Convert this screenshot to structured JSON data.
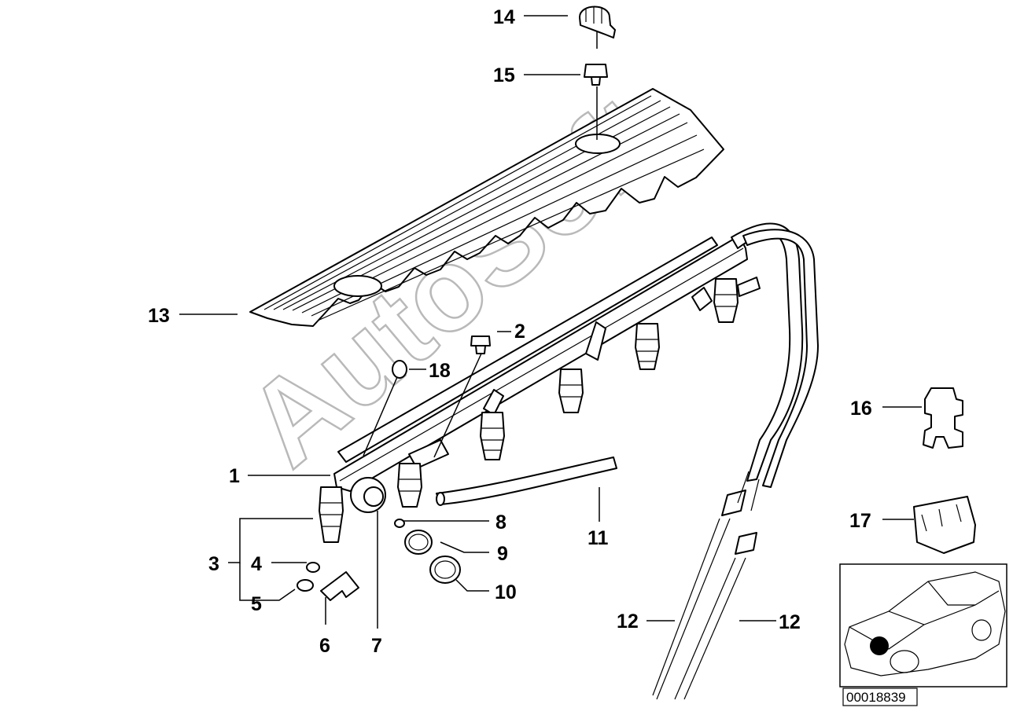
{
  "watermark": "AutoSoft",
  "diagram_id": "00018839",
  "callouts": [
    {
      "id": "c14",
      "label": "14"
    },
    {
      "id": "c15",
      "label": "15"
    },
    {
      "id": "c13",
      "label": "13"
    },
    {
      "id": "c2",
      "label": "2"
    },
    {
      "id": "c18",
      "label": "18"
    },
    {
      "id": "c1",
      "label": "1"
    },
    {
      "id": "c3",
      "label": "3"
    },
    {
      "id": "c4",
      "label": "4"
    },
    {
      "id": "c5",
      "label": "5"
    },
    {
      "id": "c6",
      "label": "6"
    },
    {
      "id": "c7",
      "label": "7"
    },
    {
      "id": "c8",
      "label": "8"
    },
    {
      "id": "c9",
      "label": "9"
    },
    {
      "id": "c10",
      "label": "10"
    },
    {
      "id": "c11",
      "label": "11"
    },
    {
      "id": "c12a",
      "label": "12"
    },
    {
      "id": "c12b",
      "label": "12"
    },
    {
      "id": "c16",
      "label": "16"
    },
    {
      "id": "c17",
      "label": "17"
    }
  ]
}
